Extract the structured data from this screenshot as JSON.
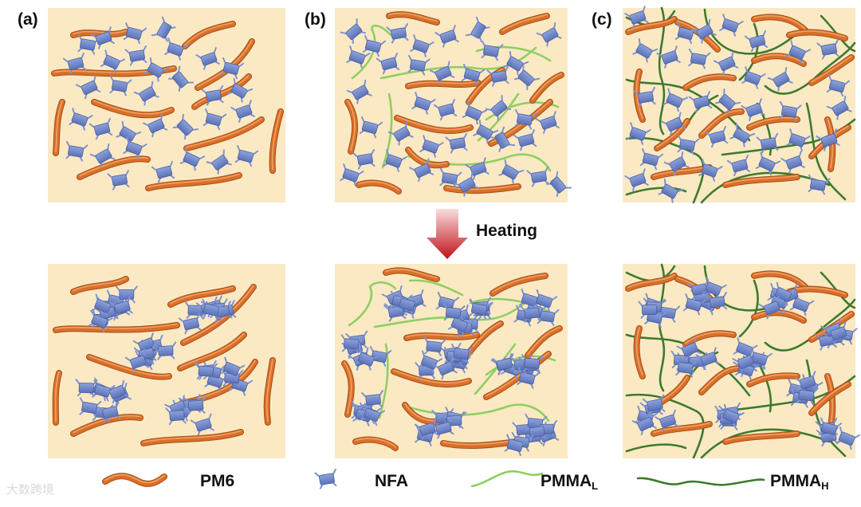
{
  "labels": {
    "panel_a": "(a)",
    "panel_b": "(b)",
    "panel_c": "(c)",
    "heating": "Heating"
  },
  "legend": {
    "pm6": "PM6",
    "nfa": "NFA",
    "pmma_l_main": "PMMA",
    "pmma_l_sub": "L",
    "pmma_h_main": "PMMA",
    "pmma_h_sub": "H"
  },
  "watermark": "大数跨境",
  "colors": {
    "panel_bg": "#fbe9c4",
    "pm6": "#d9702a",
    "pm6_dark": "#b5561a",
    "nfa": "#6f86c6",
    "nfa_dark": "#4d64a8",
    "pmma_l": "#8fcf62",
    "pmma_h": "#3d7a2c",
    "arrow_top": "#f6c6c6",
    "arrow_bottom": "#c0121a"
  }
}
